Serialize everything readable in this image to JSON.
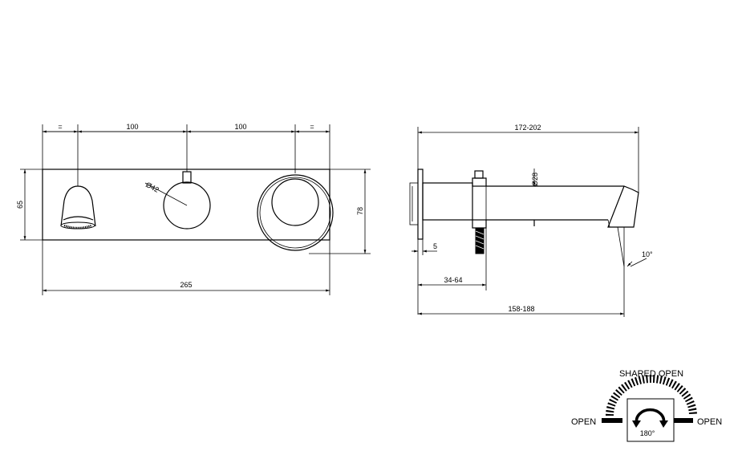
{
  "front_view": {
    "dim_left_equal": "=",
    "dim_spacing_1": "100",
    "dim_spacing_2": "100",
    "dim_right_equal": "=",
    "dim_height": "65",
    "dim_total_height": "78",
    "dim_total_width": "265",
    "dim_handle_diameter": "Ø42"
  },
  "side_view": {
    "dim_projection_range": "172-202",
    "dim_spout_diameter": "Ø28",
    "dim_plate_thickness": "5",
    "dim_wall_range": "34-64",
    "dim_spout_range": "158-188",
    "dim_angle": "10°"
  },
  "rotation_dial": {
    "top_label": "SHARED OPEN",
    "left_label": "OPEN",
    "right_label": "OPEN",
    "rotation_label": "180°"
  }
}
